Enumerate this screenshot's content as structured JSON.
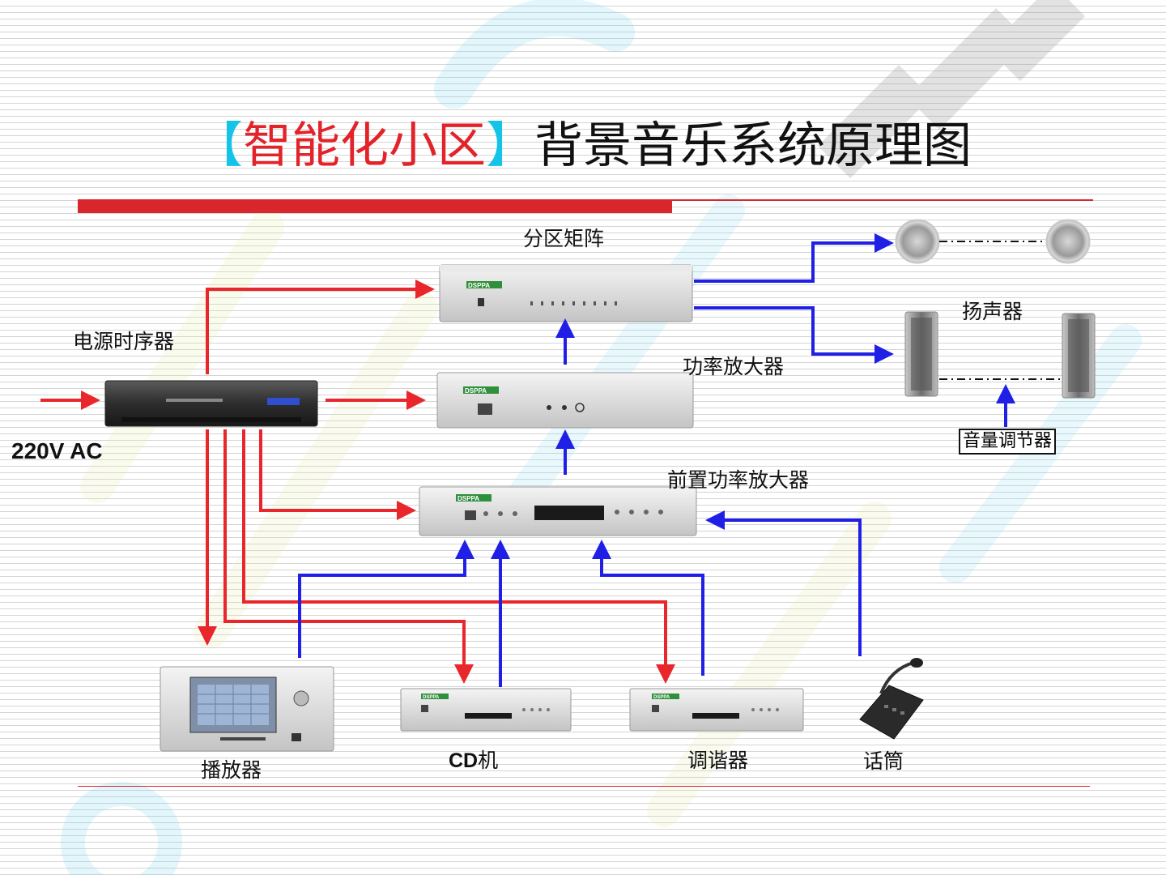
{
  "title": {
    "bracket_open": "【",
    "highlight": "智能化小区",
    "bracket_close": "】",
    "main": "背景音乐系统原理图"
  },
  "labels": {
    "zone_matrix": "分区矩阵",
    "power_sequencer": "电源时序器",
    "power_amplifier": "功率放大器",
    "speakers": "扬声器",
    "preamplifier": "前置功率放大器",
    "volume_control": "音量调节器",
    "ac_input": "220V AC",
    "player": "播放器",
    "cd_player_prefix": "CD",
    "cd_player_suffix": "机",
    "tuner": "调谐器",
    "microphone": "话筒"
  },
  "device_brand": "DSPPA",
  "colors": {
    "power_line": "#e8262b",
    "signal_line": "#1f1fe6",
    "title_accent": "#e2232a",
    "bracket": "#14c4e8"
  }
}
